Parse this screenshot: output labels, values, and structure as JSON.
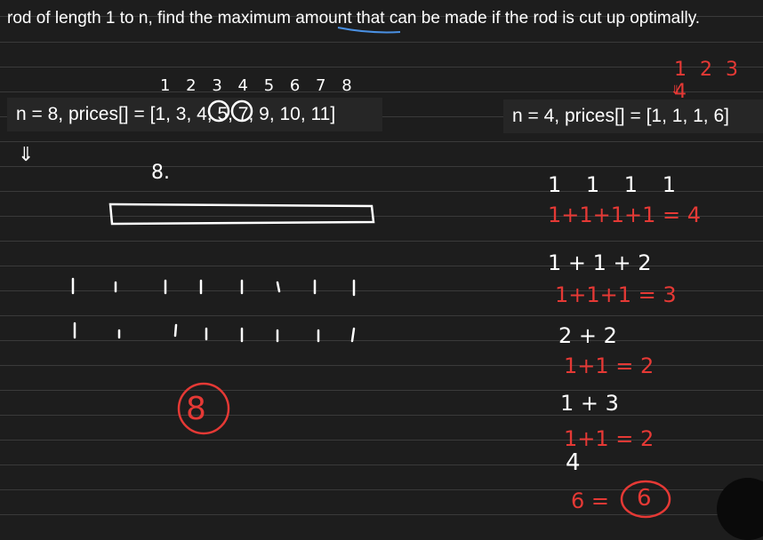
{
  "problem_text": "rod of length 1 to n, find the maximum amount that can be made if the rod is cut up optimally.",
  "example_left": "n = 8, prices[] = [1, 3, 4, 5, 7, 9, 10, 11]",
  "example_right": "n = 4, prices[] = [1, 1, 1, 6]",
  "annotations": {
    "indices_left": "1 2 3 4 5 6 7 8",
    "rod_length": "8.",
    "answer_left": "8",
    "indices_right": "1 2 3 4",
    "row1_cuts": "1 1 1 1",
    "row1_sum": "1+1+1+1 = 4",
    "row2_cuts": "1 + 1 + 2",
    "row2_sum": "1+1+1 = 3",
    "row3_cuts": "2 + 2",
    "row3_sum": "1+1 = 2",
    "row4_cuts": "1 + 3",
    "row4_sum": "1+1 = 2",
    "row5_cuts": "4",
    "row5_sum": "6 =",
    "answer_right": "6"
  },
  "colors": {
    "ink": "#ffffff",
    "red_ink": "#e53935",
    "background": "#1d1d1d"
  }
}
